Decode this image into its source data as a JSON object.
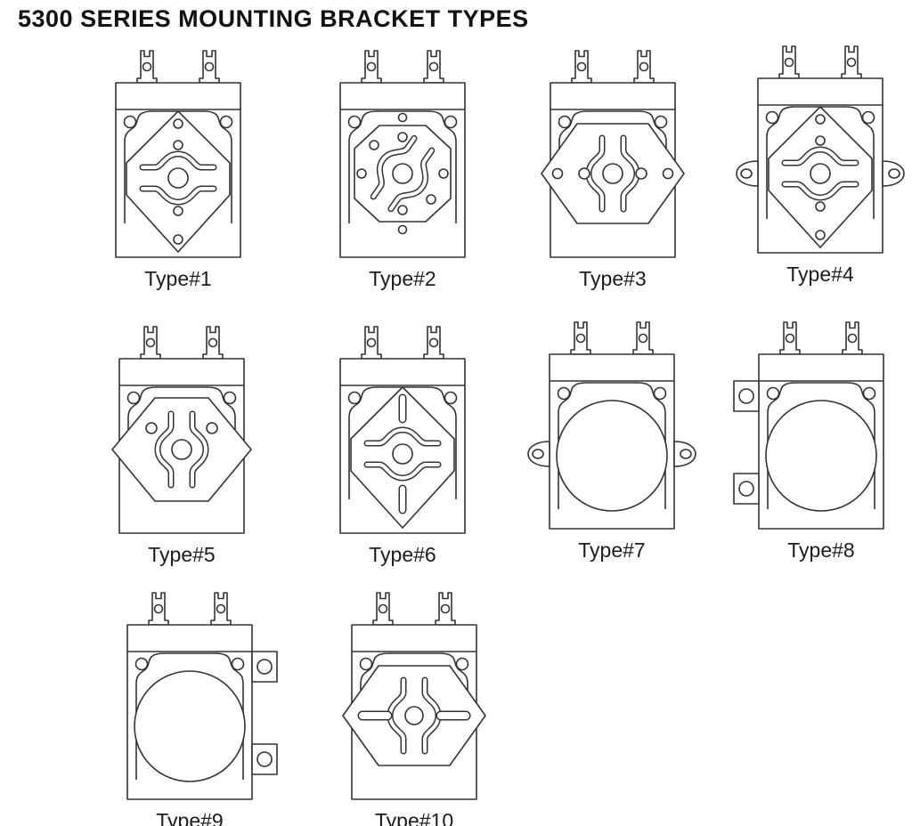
{
  "title": "5300 SERIES MOUNTING BRACKET TYPES",
  "figures": [
    {
      "label": "Type#1",
      "variant": "diamond"
    },
    {
      "label": "Type#2",
      "variant": "octagon"
    },
    {
      "label": "Type#3",
      "variant": "hex-point-holes"
    },
    {
      "label": "Type#4",
      "variant": "diamond-side-ears"
    },
    {
      "label": "Type#5",
      "variant": "hex-plain"
    },
    {
      "label": "Type#6",
      "variant": "diamond-vertical-slots"
    },
    {
      "label": "Type#7",
      "variant": "circle-side-ears"
    },
    {
      "label": "Type#8",
      "variant": "circle-left-tabs"
    },
    {
      "label": "Type#9",
      "variant": "circle-right-tabs"
    },
    {
      "label": "Type#10",
      "variant": "hex-point-slots"
    }
  ],
  "line_color": "#333333"
}
